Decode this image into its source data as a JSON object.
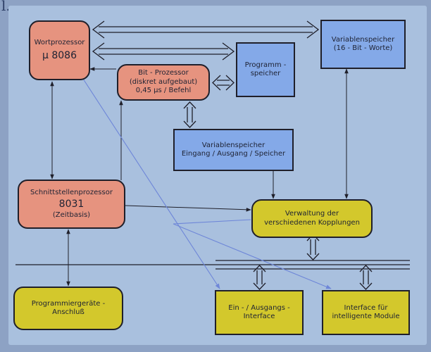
{
  "corner_mark": "l.",
  "boxes": {
    "wortprozessor": {
      "line1": "Wortprozessor",
      "line2": "µ 8086"
    },
    "bitprozessor": {
      "line1": "Bit - Prozessor",
      "line2": "(diskret aufgebaut)",
      "line3": "0,45 µs / Befehl"
    },
    "programmspeicher": {
      "line1": "Programm -",
      "line2": "speicher"
    },
    "variablenspeicher_16bit": {
      "line1": "Variablenspeicher",
      "line2": "(16 - Bit - Worte)"
    },
    "variablenspeicher_io": {
      "line1": "Variablenspeicher",
      "line2": "Eingang / Ausgang / Speicher"
    },
    "schnittstellenprozessor": {
      "line1": "Schnittstellenprozessor",
      "line2": "8031",
      "line3": "(Zeitbasis)"
    },
    "verwaltung": {
      "line1": "Verwaltung  der",
      "line2": "verschiedenen  Kopplungen"
    },
    "programmiergeraete": {
      "line1": "Programmiergeräte -",
      "line2": "Anschluß"
    },
    "ein_ausgangs": {
      "line1": "Ein - / Ausgangs -",
      "line2": "Interface"
    },
    "interface_module": {
      "line1": "Interface  für",
      "line2": "intelligente  Module"
    }
  },
  "colors": {
    "processor": "#e6937f",
    "memory": "#84a9e8",
    "interface": "#d3c82c",
    "background": "#a9c0de"
  }
}
